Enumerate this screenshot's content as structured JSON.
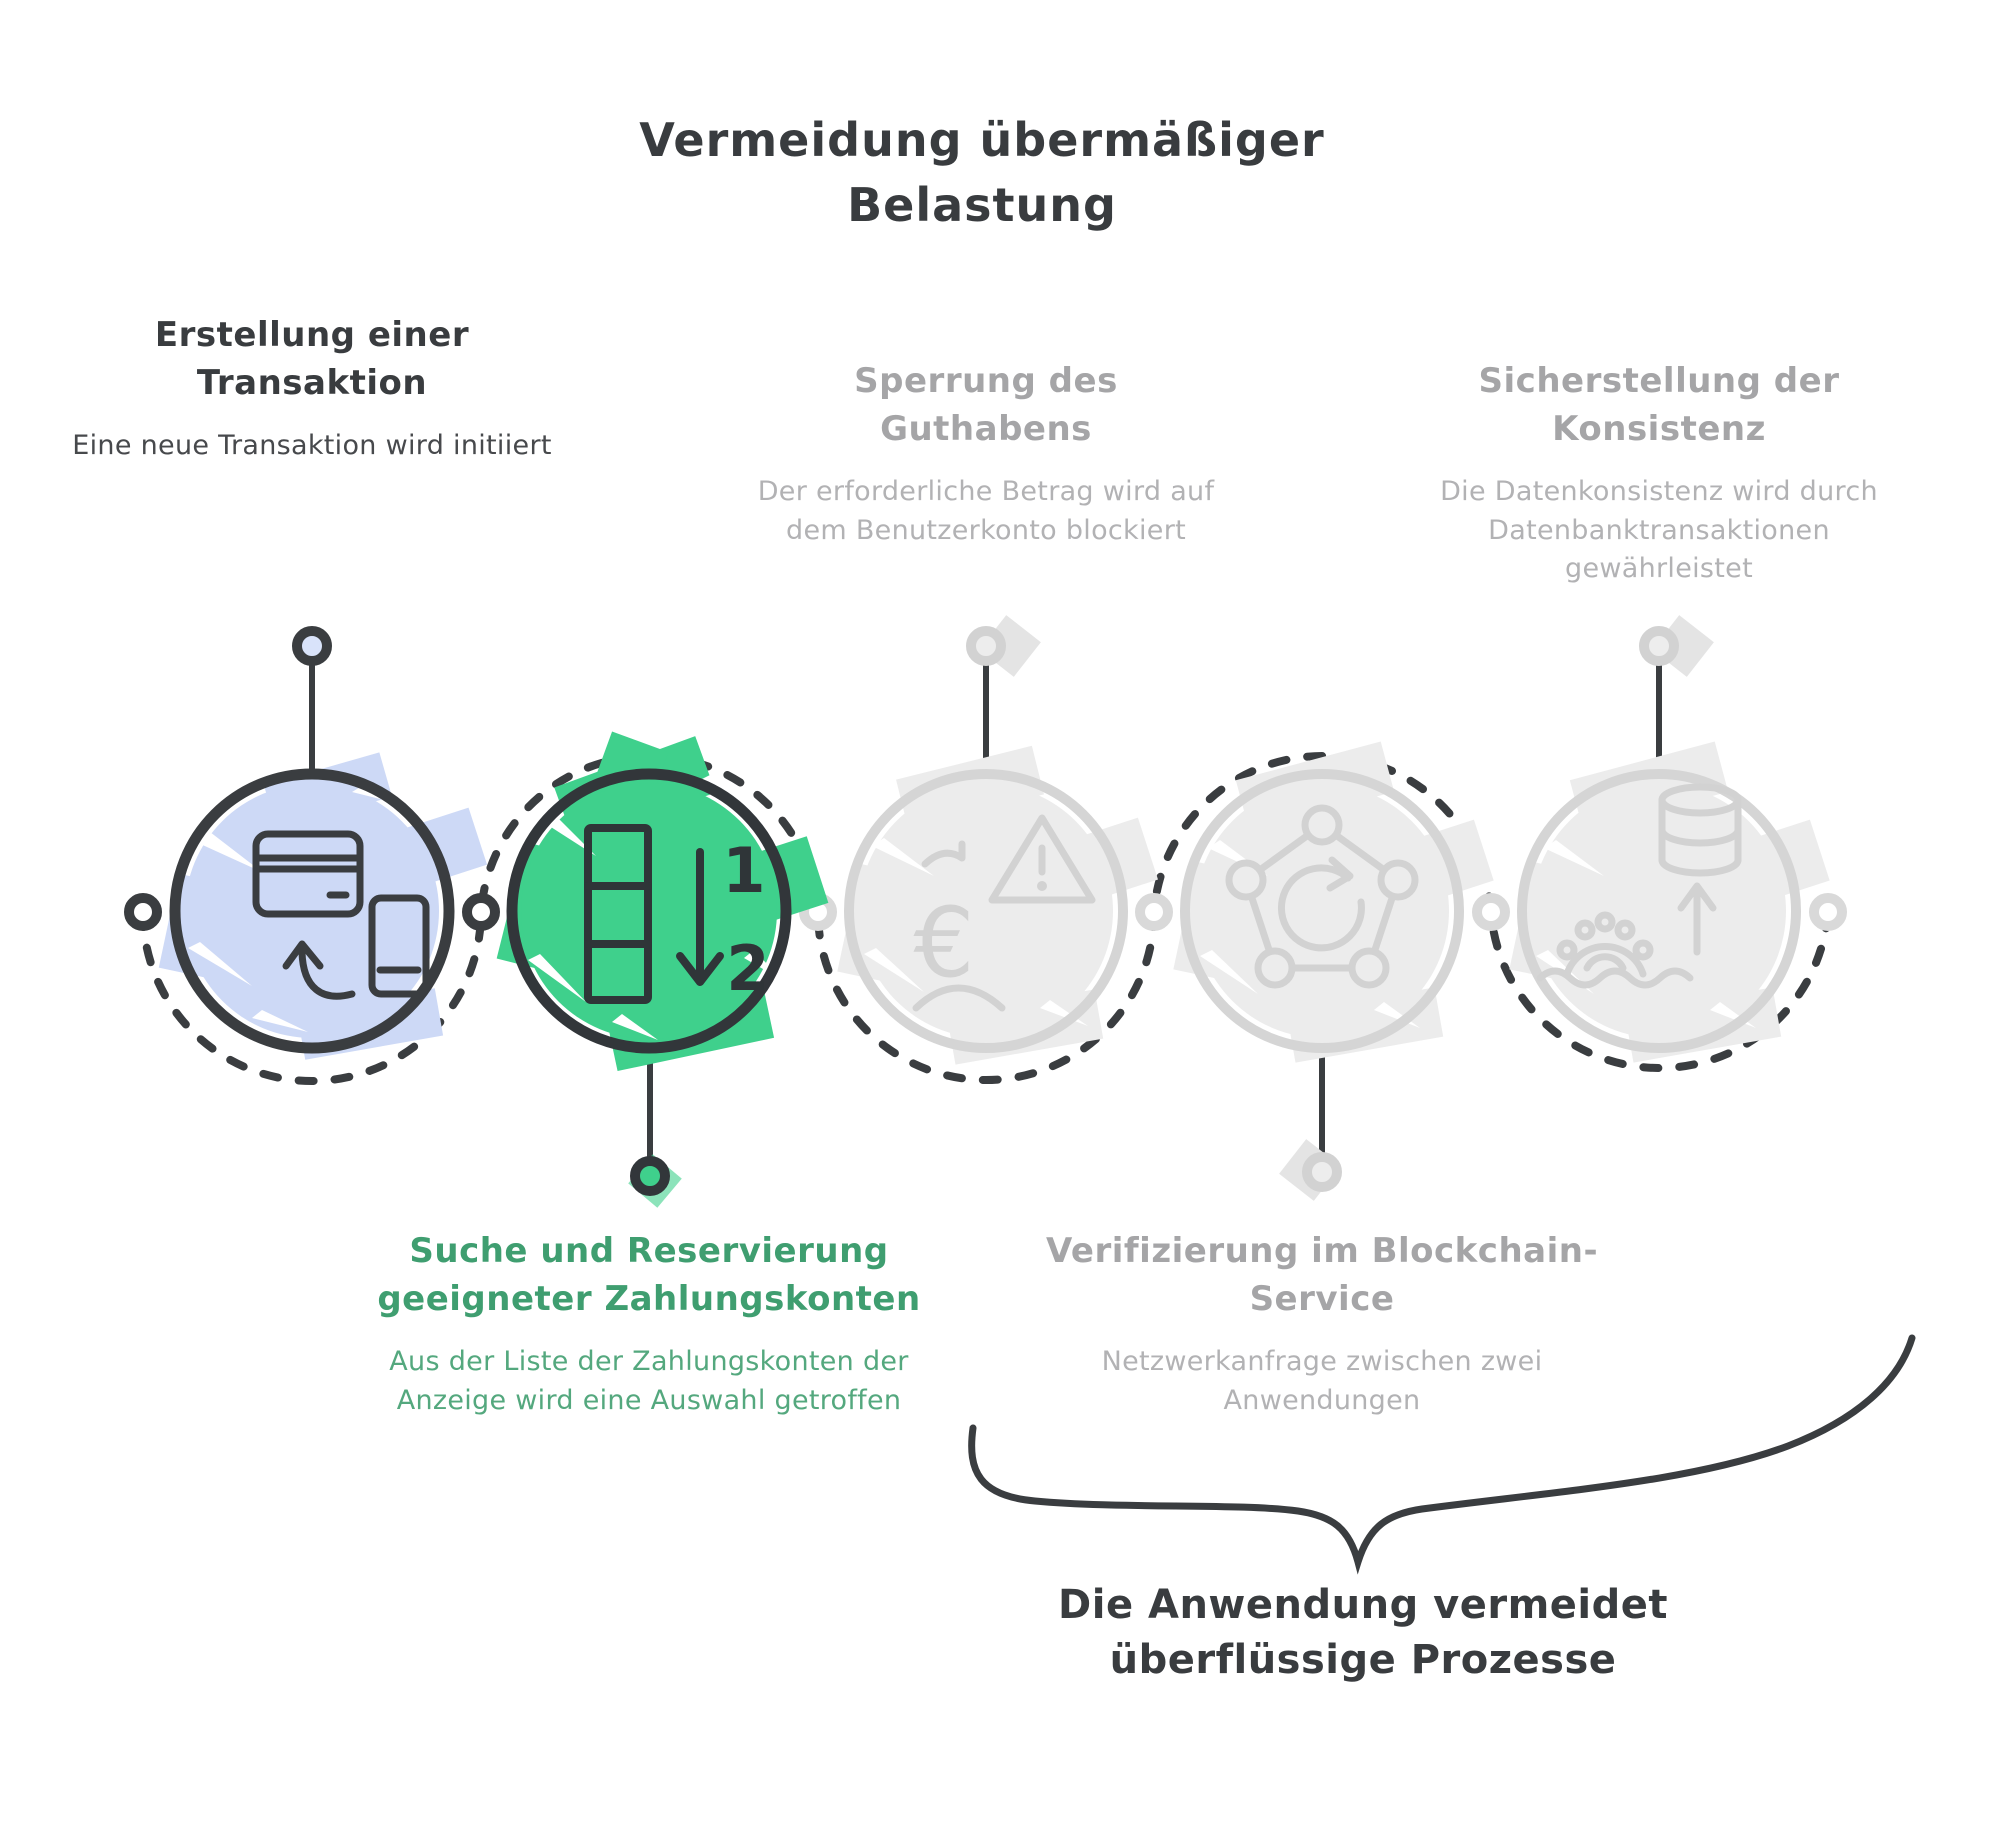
{
  "title": "Vermeidung übermäßiger Belastung",
  "steps": [
    {
      "heading": "Erstellung einer Transaktion",
      "description": "Eine neue Transaktion wird initiiert",
      "state": "active-blue",
      "icon": "card-phone-transfer-icon"
    },
    {
      "heading": "Suche und Reservierung geeigneter Zahlungskonten",
      "description": "Aus der Liste der Zahlungskonten der Anzeige wird eine Auswahl getroffen",
      "state": "active-green",
      "icon": "sorted-list-icon",
      "icon_numbers": {
        "first": "1",
        "second": "2"
      }
    },
    {
      "heading": "Sperrung des Guthabens",
      "description": "Der erforderliche Betrag wird auf dem Benutzerkonto blockiert",
      "state": "inactive",
      "icon": "euro-user-warning-icon",
      "icon_symbol": "€"
    },
    {
      "heading": "Verifizierung im Blockchain-Service",
      "description": "Netzwerkanfrage zwischen zwei Anwendungen",
      "state": "inactive",
      "icon": "blockchain-network-icon"
    },
    {
      "heading": "Sicherstellung der Konsistenz",
      "description": "Die Datenkonsistenz wird durch Datenbanktransaktionen gewährleistet",
      "state": "inactive",
      "icon": "database-gear-sync-icon"
    }
  ],
  "annotation": {
    "label": "Die Anwendung vermeidet überflüssige Prozesse"
  },
  "colors": {
    "ink": "#3a3d40",
    "blue_fill": "#cdd9f6",
    "green_fill": "#3fd08c",
    "green_text": "#3f9e70",
    "gray_fill": "#ececec",
    "gray_stroke": "#d5d5d5",
    "gray_heading": "#a5a5a7"
  }
}
